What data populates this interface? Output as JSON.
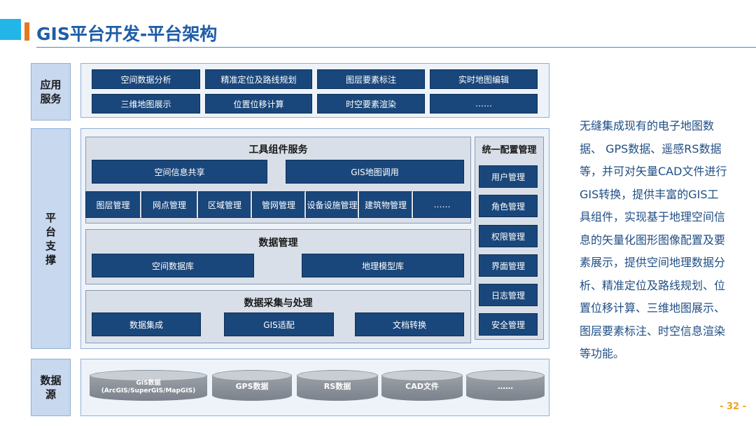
{
  "header": {
    "title": "GIS平台开发-平台架构"
  },
  "rows": {
    "application": "应用服务",
    "platform": "平台支撑",
    "data_source": "数据源"
  },
  "app_services": [
    "空间数据分析",
    "精准定位及路线规划",
    "图层要素标注",
    "实时地图编辑",
    "三维地图展示",
    "位置位移计算",
    "时空要素渲染",
    "……"
  ],
  "tool_components": {
    "title": "工具组件服务",
    "top": [
      "空间信息共享",
      "GIS地图调用"
    ],
    "bottom": [
      "图层管理",
      "网点管理",
      "区域管理",
      "管网管理",
      "设备设施管理",
      "建筑物管理",
      "……"
    ]
  },
  "data_management": {
    "title": "数据管理",
    "items": [
      "空间数据库",
      "地理模型库"
    ]
  },
  "data_collection": {
    "title": "数据采集与处理",
    "items": [
      "数据集成",
      "GIS适配",
      "文档转换"
    ]
  },
  "config_management": {
    "title": "统一配置管理",
    "items": [
      "用户管理",
      "角色管理",
      "权限管理",
      "界面管理",
      "日志管理",
      "安全管理"
    ]
  },
  "data_sources": [
    {
      "line1": "GIS数据",
      "line2": "(ArcGIS/SuperGIS/MapGIS)"
    },
    {
      "line1": "GPS数据"
    },
    {
      "line1": "RS数据"
    },
    {
      "line1": "CAD文件"
    },
    {
      "line1": "……"
    }
  ],
  "description": "无缝集成现有的电子地图数据、 GPS数据、遥感RS数据等，并可对矢量CAD文件进行GIS转换，提供丰富的GIS工具组件，实现基于地理空间信息的矢量化图形图像配置及要素展示，提供空间地理数据分析、精准定位及路线规划、位置位移计算、三维地图展示、图层要素标注、时空信息渲染等功能。",
  "page_number": "- 32 -",
  "colors": {
    "title": "#1f5ea8",
    "button": "#1a477b",
    "label_bg": "#c7d8ef",
    "accent_orange": "#e87722",
    "accent_cyan": "#22b5e8"
  }
}
